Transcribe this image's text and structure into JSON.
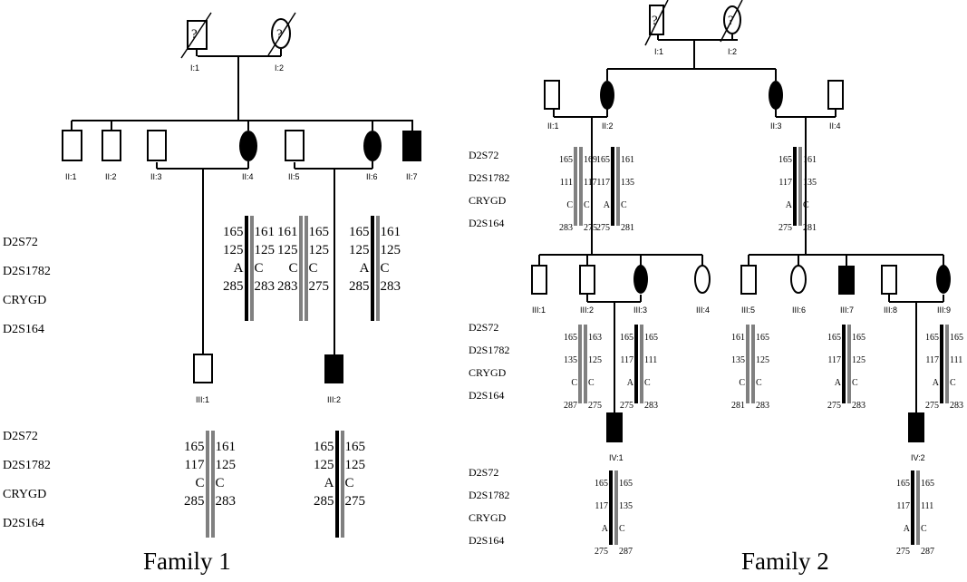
{
  "markers": [
    "D2S72",
    "D2S1782",
    "CRYGD",
    "D2S164"
  ],
  "colors": {
    "affected_haplotype": "#000000",
    "normal_haplotype": "#808080"
  },
  "family1": {
    "caption": "Family 1",
    "labels": {
      "I1": "I:1",
      "I2": "I:2",
      "II1": "II:1",
      "II2": "II:2",
      "II3": "II:3",
      "II4": "II:4",
      "II5": "II:5",
      "II6": "II:6",
      "II7": "II:7",
      "III1": "III:1",
      "III2": "III:2"
    },
    "haplotypes": {
      "II4": {
        "left": [
          "165",
          "125",
          "A",
          "285"
        ],
        "left_bar": "black",
        "right": [
          "161",
          "125",
          "C",
          "283"
        ],
        "right_bar": "grey"
      },
      "II5": {
        "left": [
          "161",
          "125",
          "C",
          "283"
        ],
        "left_bar": "grey",
        "right": [
          "165",
          "125",
          "C",
          "275"
        ],
        "right_bar": "grey"
      },
      "II6": {
        "left": [
          "165",
          "125",
          "A",
          "285"
        ],
        "left_bar": "black",
        "right": [
          "161",
          "125",
          "C",
          "283"
        ],
        "right_bar": "grey"
      },
      "III1": {
        "left": [
          "165",
          "117",
          "C",
          "285"
        ],
        "left_bar": "grey",
        "right": [
          "161",
          "125",
          "C",
          "283"
        ],
        "right_bar": "grey"
      },
      "III2": {
        "left": [
          "165",
          "125",
          "A",
          "285"
        ],
        "left_bar": "black",
        "right": [
          "165",
          "125",
          "C",
          "275"
        ],
        "right_bar": "grey"
      }
    }
  },
  "family2": {
    "caption": "Family 2",
    "labels": {
      "I1": "I:1",
      "I2": "I:2",
      "II1": "II:1",
      "II2": "II:2",
      "II3": "II:3",
      "II4": "II:4",
      "III1": "III:1",
      "III2": "III:2",
      "III3": "III:3",
      "III4": "III:4",
      "III5": "III:5",
      "III6": "III:6",
      "III7": "III:7",
      "III8": "III:8",
      "III9": "III:9",
      "IV1": "IV:1",
      "IV2": "IV:2"
    },
    "haplotypes": {
      "II1": {
        "left": [
          "165",
          "111",
          "C",
          "283"
        ],
        "left_bar": "grey",
        "right": [
          "169",
          "117",
          "C",
          "275"
        ],
        "right_bar": "grey"
      },
      "II2": {
        "left": [
          "165",
          "117",
          "A",
          "275"
        ],
        "left_bar": "black",
        "right": [
          "161",
          "135",
          "C",
          "281"
        ],
        "right_bar": "grey"
      },
      "II3": {
        "left": [
          "165",
          "117",
          "A",
          "275"
        ],
        "left_bar": "black",
        "right": [
          "161",
          "135",
          "C",
          "281"
        ],
        "right_bar": "grey"
      },
      "III2": {
        "left": [
          "165",
          "135",
          "C",
          "287"
        ],
        "left_bar": "grey",
        "right": [
          "163",
          "125",
          "C",
          "275"
        ],
        "right_bar": "grey"
      },
      "III3": {
        "left": [
          "165",
          "117",
          "A",
          "275"
        ],
        "left_bar": "black",
        "right": [
          "165",
          "111",
          "C",
          "283"
        ],
        "right_bar": "grey"
      },
      "III5": {
        "left": [
          "161",
          "135",
          "C",
          "281"
        ],
        "left_bar": "grey",
        "right": [
          "165",
          "125",
          "C",
          "283"
        ],
        "right_bar": "grey"
      },
      "III7": {
        "left": [
          "165",
          "117",
          "A",
          "275"
        ],
        "left_bar": "black",
        "right": [
          "165",
          "125",
          "C",
          "283"
        ],
        "right_bar": "grey"
      },
      "III9": {
        "left": [
          "165",
          "117",
          "A",
          "275"
        ],
        "left_bar": "black",
        "right": [
          "165",
          "111",
          "C",
          "283"
        ],
        "right_bar": "grey"
      },
      "IV1": {
        "left": [
          "165",
          "117",
          "A",
          "275"
        ],
        "left_bar": "black",
        "right": [
          "165",
          "135",
          "C",
          "287"
        ],
        "right_bar": "grey"
      },
      "IV2": {
        "left": [
          "165",
          "117",
          "A",
          "275"
        ],
        "left_bar": "black",
        "right": [
          "165",
          "111",
          "C",
          "287"
        ],
        "right_bar": "grey"
      }
    }
  },
  "question_mark": "?"
}
